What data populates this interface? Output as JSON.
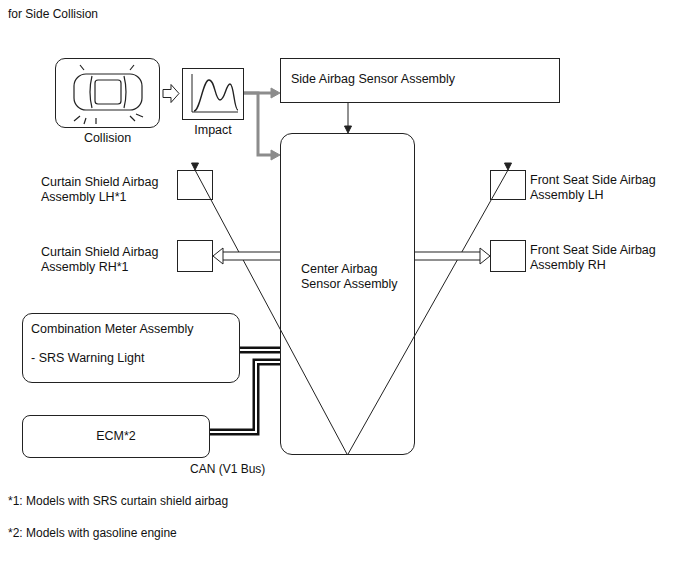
{
  "diagram": {
    "title": "for Side Collision",
    "nodes": [
      {
        "text": [
          "Collision"
        ]
      },
      {
        "text": [
          "Impact"
        ]
      },
      {
        "text": [
          "Side Airbag Sensor Assembly"
        ]
      },
      {
        "text": [
          "Curtain Shield Airbag Assembly LH*1"
        ]
      },
      {
        "text": [
          "Curtain Shield Airbag Assembly RH*1"
        ]
      },
      {
        "text": [
          "Center Airbag Sensor Assembly"
        ]
      },
      {
        "text": [
          "Front Seat Side Airbag Assembly LH"
        ]
      },
      {
        "text": [
          "Front Seat Side Airbag Assembly RH"
        ]
      },
      {
        "text": [
          "Combination Meter Assembly",
          "- SRS Warning Light"
        ]
      },
      {
        "text": [
          "ECM*2"
        ]
      }
    ],
    "edges": [
      {
        "from": 0,
        "to": 1,
        "arrow": "to"
      },
      {
        "from": 1,
        "to": 2,
        "arrow": "to"
      },
      {
        "from": 1,
        "to": 5,
        "arrow": "to"
      },
      {
        "from": 2,
        "to": 5,
        "arrow": "to"
      },
      {
        "from": 5,
        "to": 3,
        "arrow": "to"
      },
      {
        "from": 5,
        "to": 4,
        "arrow": "to"
      },
      {
        "from": 5,
        "to": 6,
        "arrow": "to"
      },
      {
        "from": 5,
        "to": 7,
        "arrow": "to"
      },
      {
        "from": 8,
        "to": 5,
        "arrow": "none"
      },
      {
        "from": 9,
        "to": 5,
        "arrow": "none"
      }
    ],
    "labels": [
      "CAN (V1 Bus)",
      "*1: Models with SRS curtain shield airbag",
      "*2: Models with gasoline engine"
    ]
  }
}
